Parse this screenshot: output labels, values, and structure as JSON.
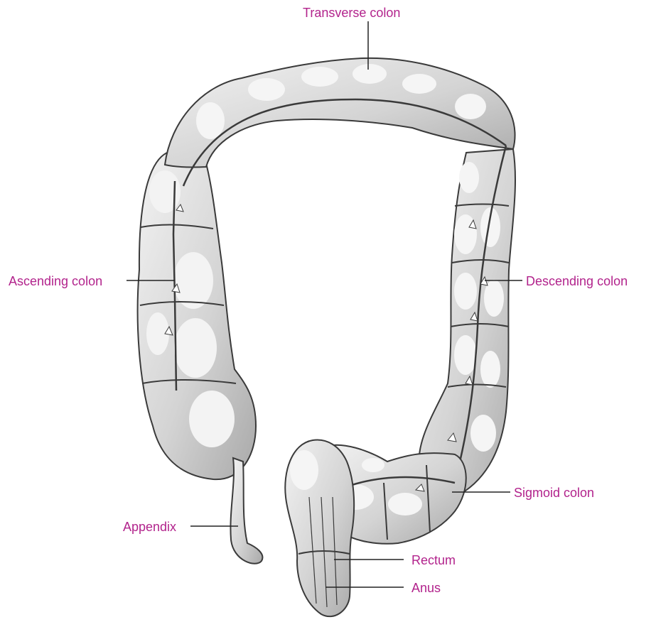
{
  "labels": {
    "transverse_colon": "Transverse colon",
    "ascending_colon": "Ascending colon",
    "descending_colon": "Descending colon",
    "sigmoid_colon": "Sigmoid colon",
    "appendix": "Appendix",
    "rectum": "Rectum",
    "anus": "Anus"
  },
  "colors": {
    "label_text": "#b2238c",
    "leader_line": "#222222",
    "organ_fill": "#d6d6d6",
    "organ_highlight": "#f4f4f4",
    "organ_outline": "#3a3a3a"
  }
}
